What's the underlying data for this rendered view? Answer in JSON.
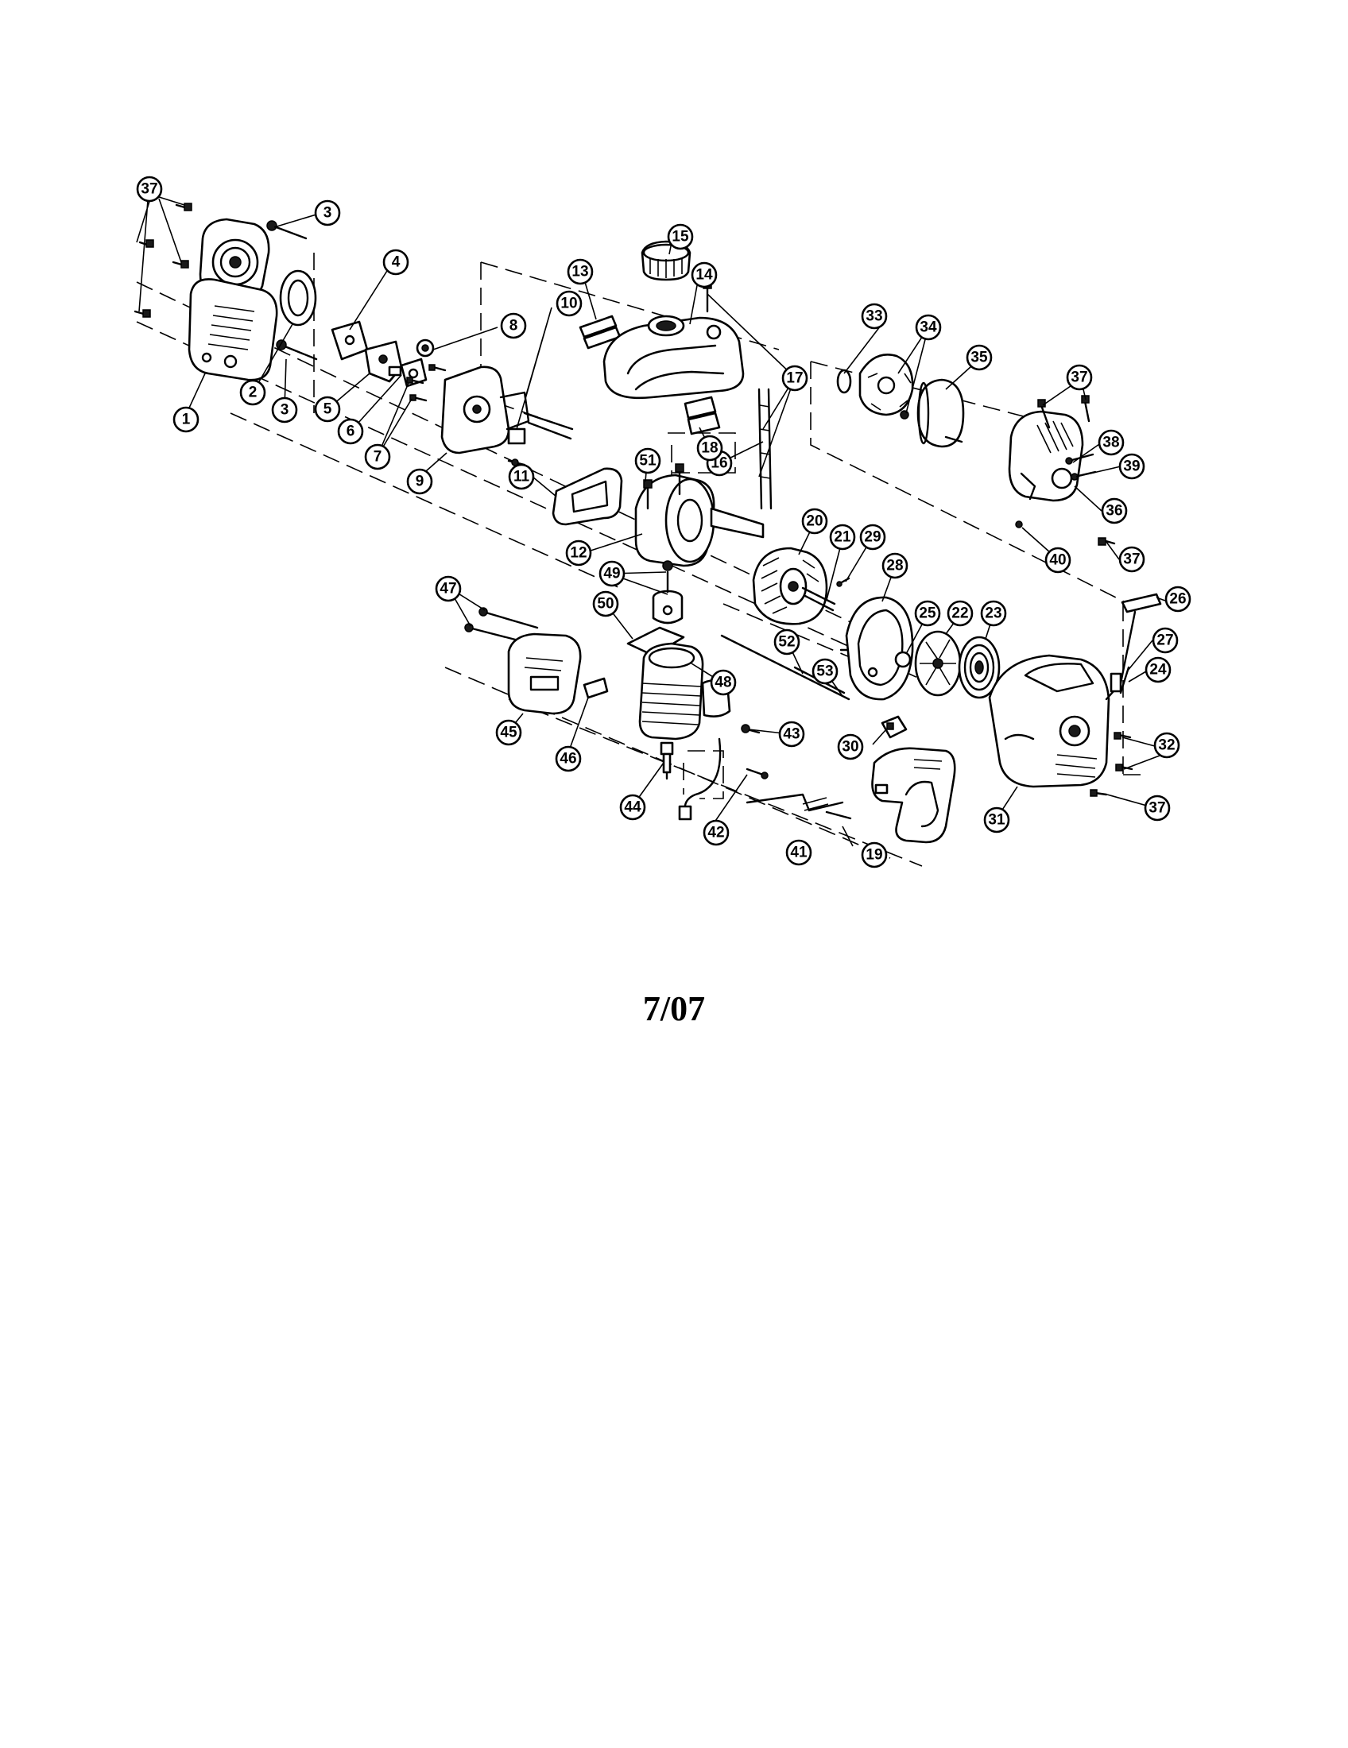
{
  "footer": {
    "date_code": "7/07"
  },
  "callouts": {
    "c1": "1",
    "c2": "2",
    "c3a": "3",
    "c3b": "3",
    "c4": "4",
    "c5": "5",
    "c6": "6",
    "c7": "7",
    "c8": "8",
    "c9": "9",
    "c10": "10",
    "c11": "11",
    "c12": "12",
    "c13": "13",
    "c14": "14",
    "c15": "15",
    "c16": "16",
    "c17": "17",
    "c18": "18",
    "c19": "19",
    "c20": "20",
    "c21": "21",
    "c22": "22",
    "c23": "23",
    "c24": "24",
    "c25": "25",
    "c26": "26",
    "c27": "27",
    "c28": "28",
    "c29": "29",
    "c30": "30",
    "c31": "31",
    "c32": "32",
    "c33": "33",
    "c34": "34",
    "c35": "35",
    "c36": "36",
    "c37a": "37",
    "c37b": "37",
    "c37c": "37",
    "c37d": "37",
    "c38": "38",
    "c39": "39",
    "c40": "40",
    "c41": "41",
    "c42": "42",
    "c43": "43",
    "c44": "44",
    "c45": "45",
    "c46": "46",
    "c47": "47",
    "c48": "48",
    "c49": "49",
    "c50": "50",
    "c51": "51",
    "c52": "52",
    "c53": "53"
  }
}
